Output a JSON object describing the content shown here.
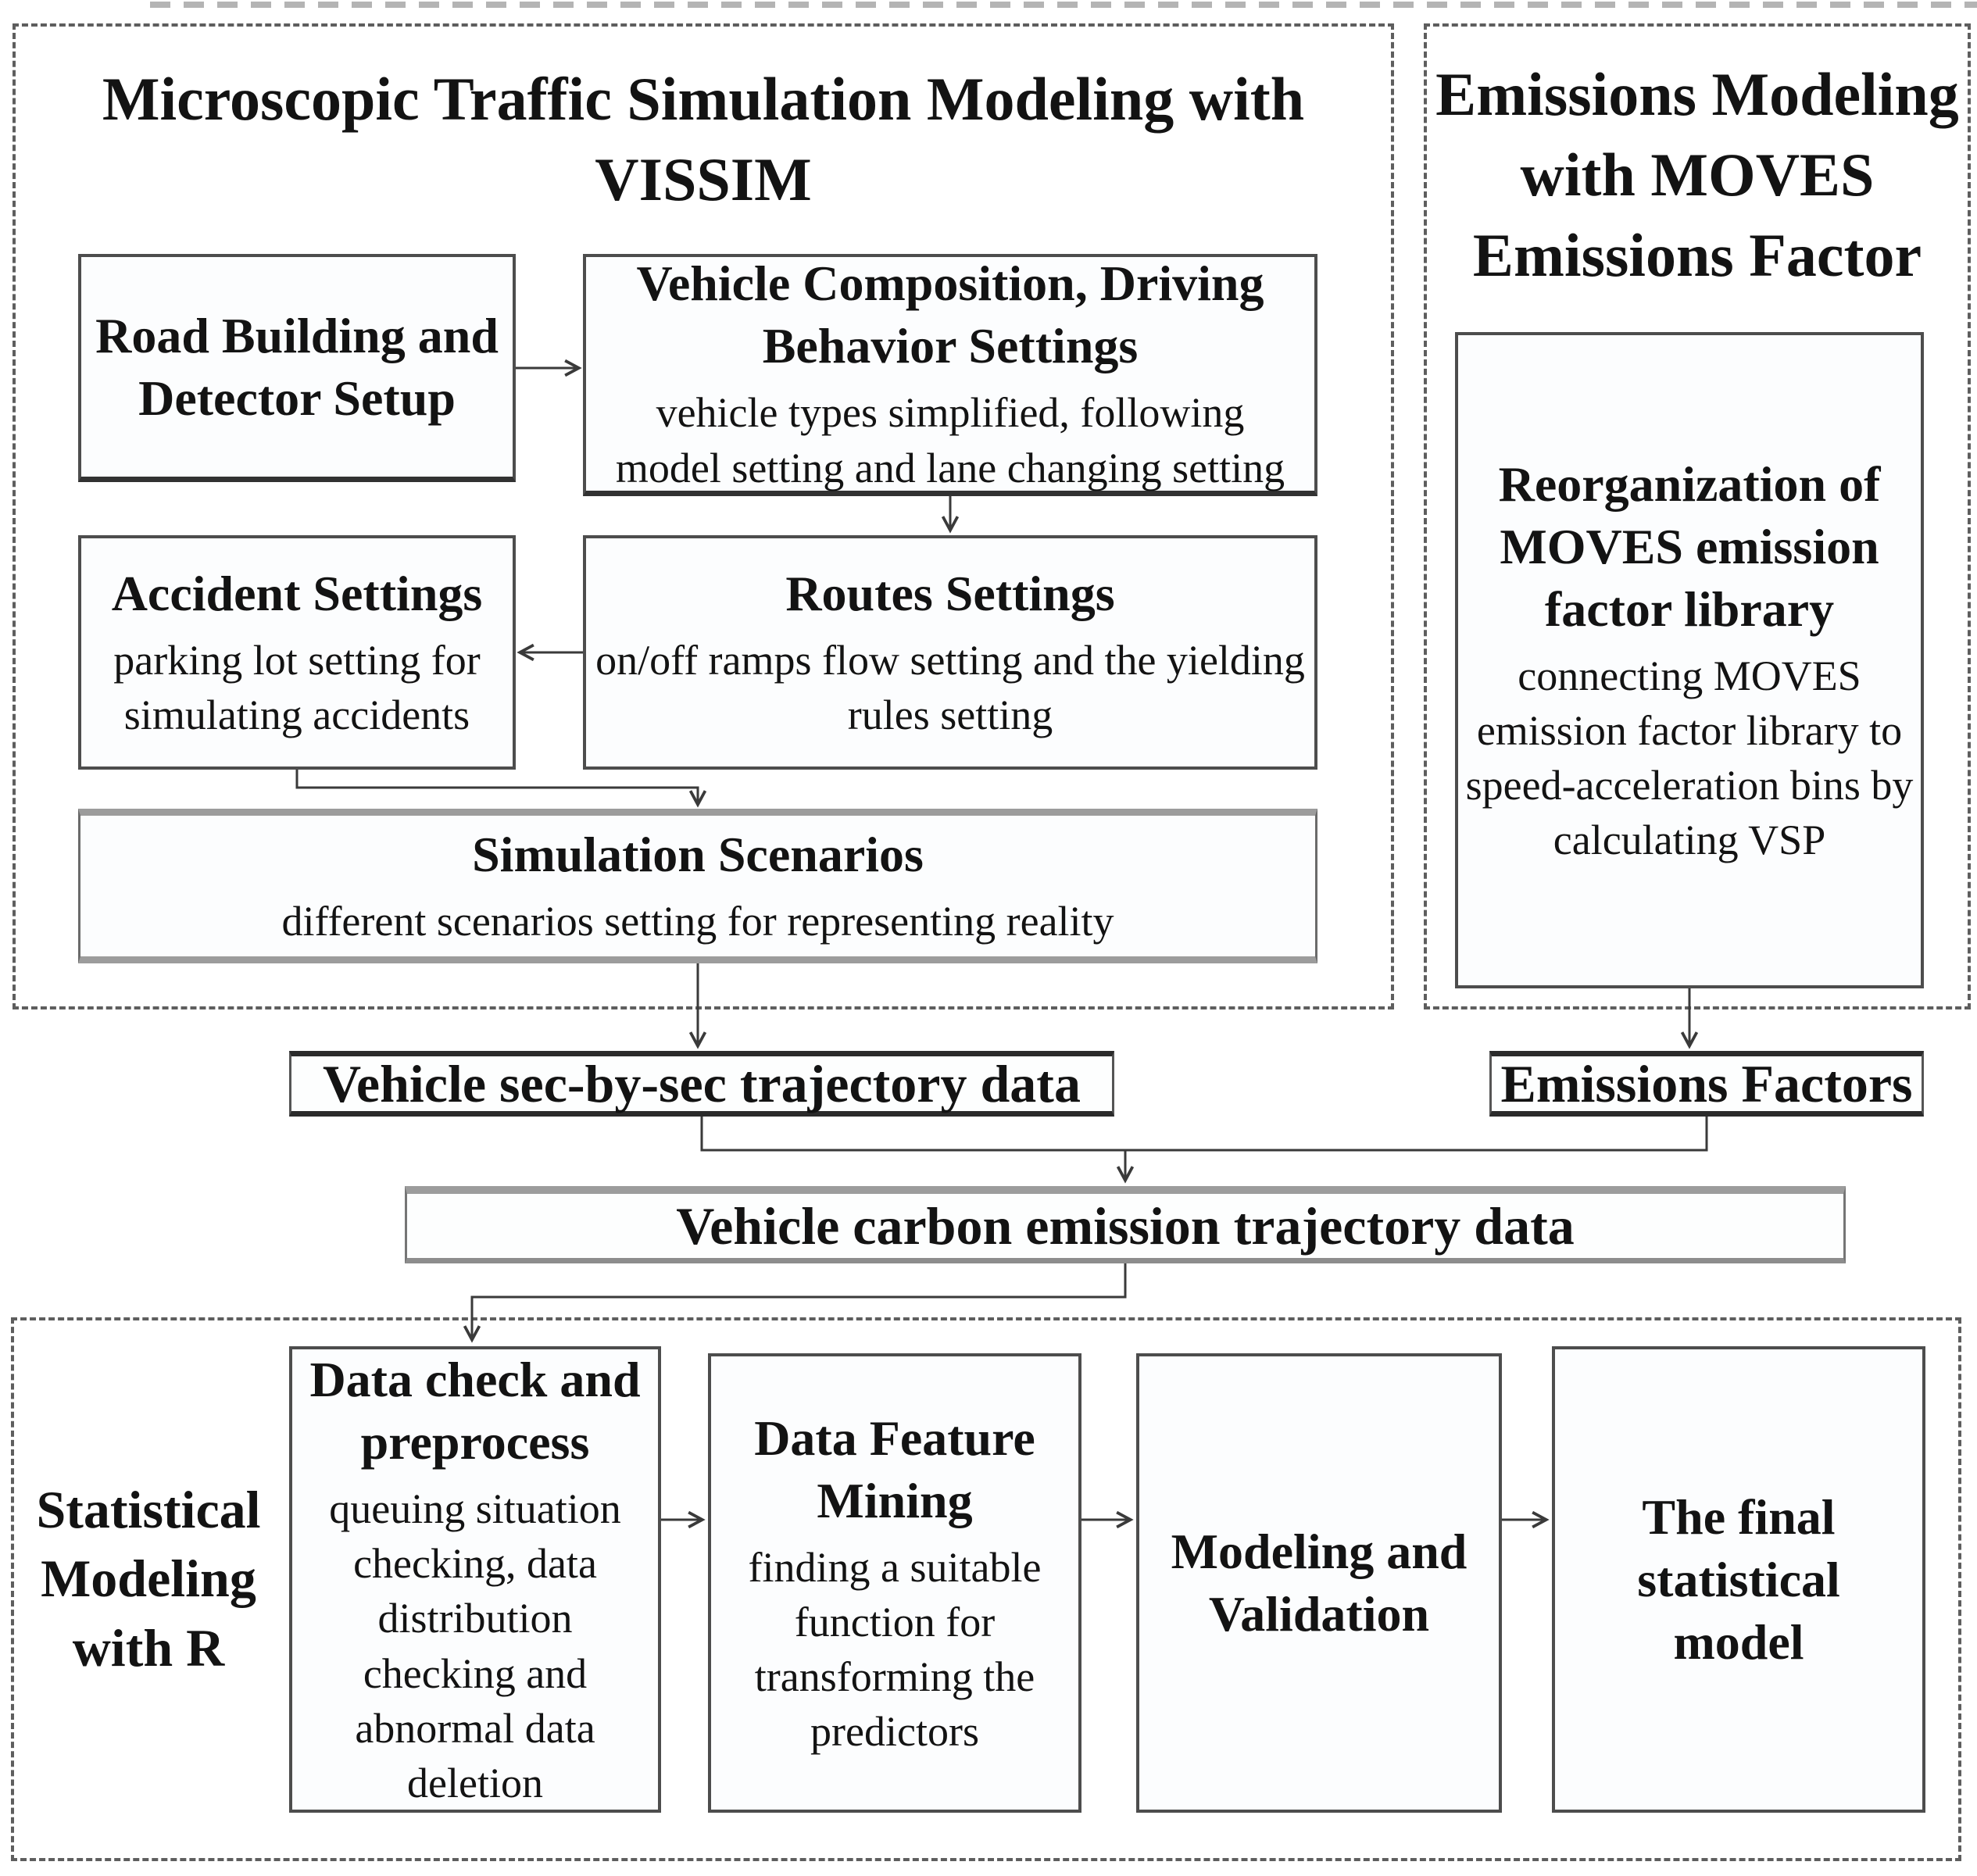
{
  "colors": {
    "background": "#ffffff",
    "text": "#131313",
    "box_border": "#4d4d4d",
    "panel_dash": "#5e5e5e",
    "arrow": "#3a3a3a",
    "banner_accent": "#2b2b2b",
    "gray_accent": "#9c9c9c"
  },
  "panel_vissim": {
    "title": "Microscopic Traffic Simulation Modeling with\nVISSIM",
    "box_road": {
      "title": "Road Building and\nDetector Setup"
    },
    "box_vehicle": {
      "title": "Vehicle Composition, Driving\nBehavior Settings",
      "subtitle": "vehicle types simplified, following\nmodel setting and lane changing setting"
    },
    "box_accident": {
      "title": "Accident Settings",
      "subtitle": "parking lot setting for\nsimulating accidents"
    },
    "box_routes": {
      "title": "Routes Settings",
      "subtitle": "on/off ramps flow setting and the yielding\nrules setting"
    },
    "box_scenarios": {
      "title": "Simulation Scenarios",
      "subtitle": "different scenarios setting for representing reality"
    }
  },
  "panel_moves": {
    "title": "Emissions Modeling\nwith MOVES\nEmissions Factor",
    "box_reorg": {
      "title": "Reorganization of\nMOVES emission\nfactor library",
      "subtitle": "connecting MOVES\nemission factor library to\nspeed-acceleration bins by\ncalculating VSP"
    }
  },
  "flow": {
    "box_trajectory": {
      "title": "Vehicle sec-by-sec trajectory data"
    },
    "box_emission_factors": {
      "title": "Emissions Factors"
    },
    "box_carbon": {
      "title": "Vehicle carbon emission trajectory data"
    }
  },
  "panel_r": {
    "label": "Statistical\nModeling\nwith R",
    "box_check": {
      "title": "Data check and\npreprocess",
      "subtitle": "queuing situation\nchecking, data\ndistribution\nchecking and\nabnormal data\ndeletion"
    },
    "box_mining": {
      "title": "Data Feature\nMining",
      "subtitle": "finding a suitable\nfunction for\ntransforming the\npredictors"
    },
    "box_modeling": {
      "title": "Modeling and\nValidation"
    },
    "box_final": {
      "title": "The final\nstatistical\nmodel"
    }
  }
}
